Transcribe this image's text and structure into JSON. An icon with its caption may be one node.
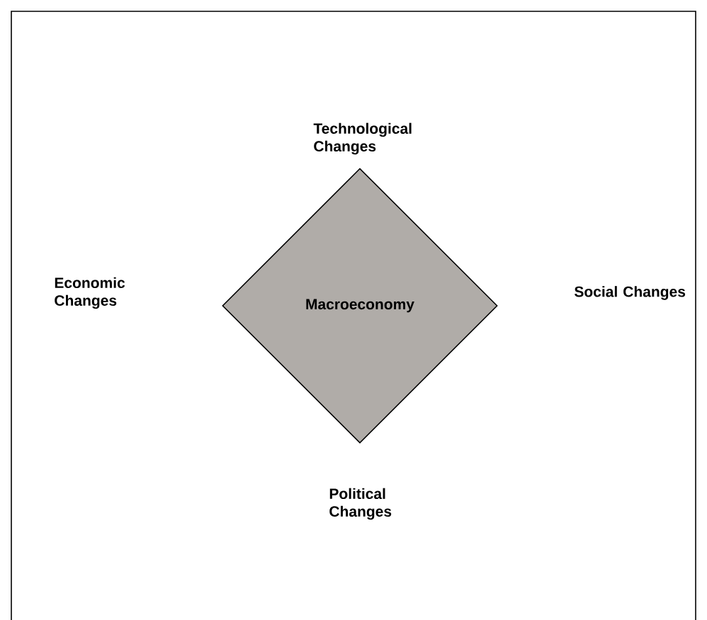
{
  "diagram": {
    "nodes": [
      {
        "text": [
          "Macroeconomy"
        ]
      }
    ],
    "labels": [
      "Technological Changes",
      "Economic Changes",
      "Social Changes",
      "Political Changes"
    ]
  }
}
